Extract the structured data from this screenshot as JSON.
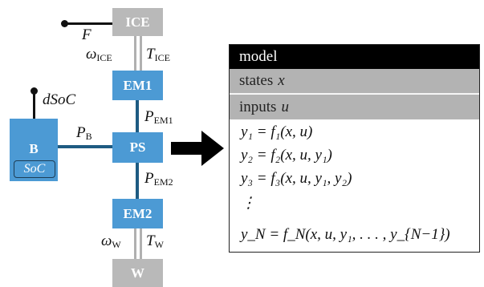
{
  "blocks": {
    "ice": "ICE",
    "em1": "EM1",
    "ps": "PS",
    "em2": "EM2",
    "w": "W",
    "b": "B",
    "soc": "SoC"
  },
  "labels": {
    "f": "F",
    "omega_ice": "ω",
    "omega_ice_sub": "ICE",
    "t_ice": "T",
    "t_ice_sub": "ICE",
    "dsoc": "dSoC",
    "p_b": "P",
    "p_b_sub": "B",
    "p_em1": "P",
    "p_em1_sub": "EM1",
    "p_em2": "P",
    "p_em2_sub": "EM2",
    "omega_w": "ω",
    "omega_w_sub": "W",
    "t_w": "T",
    "t_w_sub": "W"
  },
  "model": {
    "header": "model",
    "states_label": "states",
    "states_var": "x",
    "inputs_label": "inputs",
    "inputs_var": "u",
    "equations": [
      "y₁ = f₁(x, u)",
      "y₂ = f₂(x, u, y₁)",
      "y₃ = f₃(x, u, y₁, y₂)",
      "⋮",
      "y_N = f_N(x, u, y₁, . . . , y_{N−1})"
    ]
  },
  "colors": {
    "block_blue": "#4c9ad4",
    "block_grey": "#b9b9b9",
    "connector": "#1e5b82",
    "header_bg": "#000000",
    "row_grey": "#b3b3b3"
  }
}
